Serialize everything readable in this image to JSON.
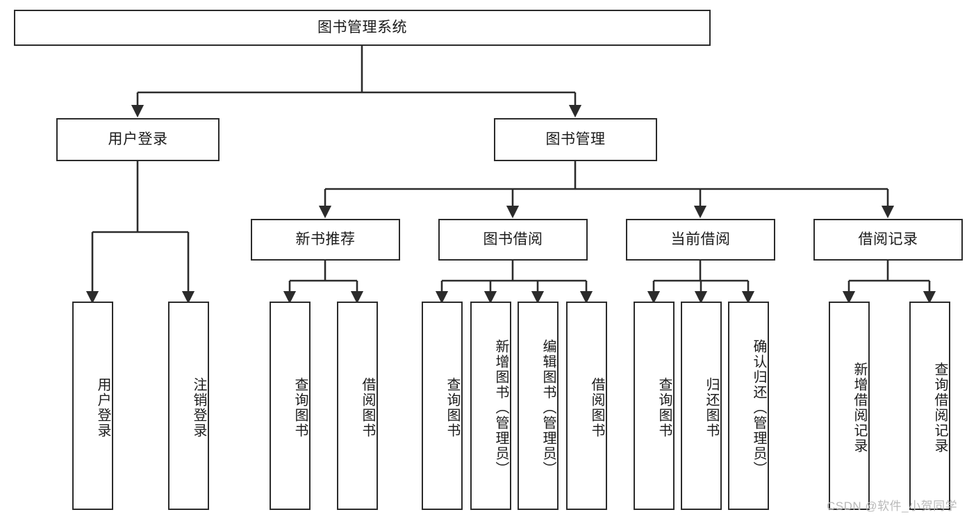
{
  "diagram": {
    "type": "tree-hierarchy-chart",
    "title": "图书管理系统",
    "line_color": "#2b2b2b",
    "box_fill": "#ffffff",
    "text_color": "#1b1b1b",
    "levels": [
      {
        "level": 1,
        "nodes": [
          {
            "id": "root",
            "label": "图书管理系统",
            "orientation": "horizontal"
          }
        ]
      },
      {
        "level": 2,
        "nodes": [
          {
            "id": "login",
            "label": "用户登录",
            "orientation": "horizontal",
            "parent": "root"
          },
          {
            "id": "bookmgr",
            "label": "图书管理",
            "orientation": "horizontal",
            "parent": "root"
          }
        ]
      },
      {
        "level": 3,
        "nodes": [
          {
            "id": "newbook",
            "label": "新书推荐",
            "orientation": "horizontal",
            "parent": "bookmgr"
          },
          {
            "id": "borrow",
            "label": "图书借阅",
            "orientation": "horizontal",
            "parent": "bookmgr"
          },
          {
            "id": "current",
            "label": "当前借阅",
            "orientation": "horizontal",
            "parent": "bookmgr"
          },
          {
            "id": "record",
            "label": "借阅记录",
            "orientation": "horizontal",
            "parent": "bookmgr"
          }
        ]
      },
      {
        "level": 4,
        "nodes": [
          {
            "id": "leaf1",
            "label": "用户登录",
            "orientation": "vertical",
            "parent": "login"
          },
          {
            "id": "leaf2",
            "label": "注销登录",
            "orientation": "vertical",
            "parent": "login"
          },
          {
            "id": "leaf3",
            "label": "查询图书",
            "orientation": "vertical",
            "parent": "newbook"
          },
          {
            "id": "leaf4",
            "label": "借阅图书",
            "orientation": "vertical",
            "parent": "newbook"
          },
          {
            "id": "leaf5",
            "label": "查询图书",
            "orientation": "vertical",
            "parent": "borrow"
          },
          {
            "id": "leaf6",
            "label": "新增图书（管理员）",
            "orientation": "vertical",
            "parent": "borrow"
          },
          {
            "id": "leaf7",
            "label": "编辑图书（管理员）",
            "orientation": "vertical",
            "parent": "borrow"
          },
          {
            "id": "leaf8",
            "label": "借阅图书",
            "orientation": "vertical",
            "parent": "borrow"
          },
          {
            "id": "leaf9",
            "label": "查询图书",
            "orientation": "vertical",
            "parent": "current"
          },
          {
            "id": "leaf10",
            "label": "归还图书",
            "orientation": "vertical",
            "parent": "current"
          },
          {
            "id": "leaf11",
            "label": "确认归还（管理员）",
            "orientation": "vertical",
            "parent": "current"
          },
          {
            "id": "leaf12",
            "label": "新增借阅记录",
            "orientation": "vertical",
            "parent": "record"
          },
          {
            "id": "leaf13",
            "label": "查询借阅记录",
            "orientation": "vertical",
            "parent": "record"
          }
        ]
      }
    ]
  },
  "watermark": {
    "text": "CSDN @软件_小贺同学"
  }
}
